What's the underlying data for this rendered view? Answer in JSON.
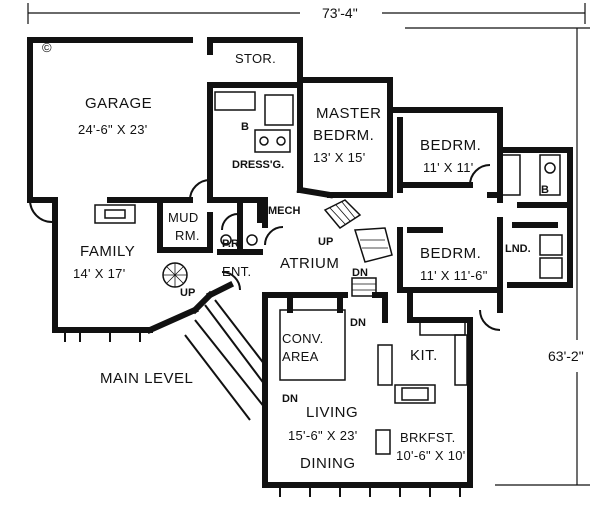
{
  "dimensions": {
    "width_label": "73'-4\"",
    "height_label": "63'-2\""
  },
  "rooms": {
    "garage": {
      "name": "GARAGE",
      "size": "24'-6\" X 23'"
    },
    "storage": {
      "name": "STOR."
    },
    "master_bedroom": {
      "name_line1": "MASTER",
      "name_line2": "BEDRM.",
      "size": "13' X 15'"
    },
    "bedroom_1": {
      "name": "BEDRM.",
      "size": "11' X 11'"
    },
    "bedroom_2": {
      "name": "BEDRM.",
      "size": "11' X 11'-6\""
    },
    "dressing": {
      "name": "DRESS'G."
    },
    "family": {
      "name": "FAMILY",
      "size": "14' X 17'"
    },
    "mud_room": {
      "name_line1": "MUD",
      "name_line2": "RM."
    },
    "powder_room": {
      "name": "P.R."
    },
    "mechanical": {
      "name": "MECH"
    },
    "atrium": {
      "name": "ATRIUM"
    },
    "entry": {
      "name": "ENT."
    },
    "laundry": {
      "name": "LND."
    },
    "conversation_area": {
      "name_line1": "CONV.",
      "name_line2": "AREA"
    },
    "kitchen": {
      "name": "KIT."
    },
    "living": {
      "name": "LIVING",
      "size": "15'-6\" X 23'"
    },
    "dining": {
      "name": "DINING"
    },
    "breakfast": {
      "name": "BRKFST.",
      "size": "10'-6\" X 10'"
    }
  },
  "fixtures": {
    "bath_master_label": "B",
    "bath_hall_label": "B",
    "copyright_mark": "©"
  },
  "stairs": {
    "up_family": "UP",
    "up_atrium": "UP",
    "dn_atrium": "DN",
    "dn_conv": "DN",
    "dn_living": "DN"
  },
  "level_label": "MAIN LEVEL"
}
